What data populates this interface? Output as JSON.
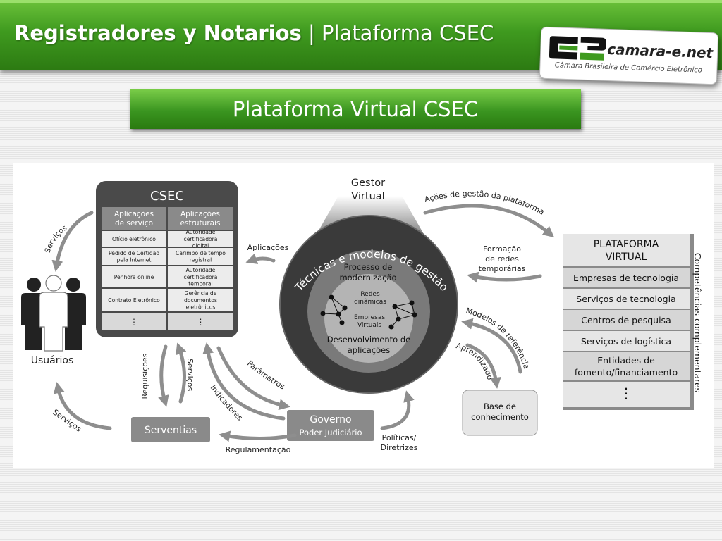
{
  "header": {
    "title_bold": "Registradores y Notarios",
    "title_sep": " | ",
    "title_rest": "Plataforma CSEC",
    "color": "#3f9a1f"
  },
  "logo": {
    "brand": "camara-e.net",
    "tagline": "Câmara Brasileira de Comércio Eletrônico"
  },
  "banner": {
    "text": "Plataforma Virtual CSEC"
  },
  "diagram": {
    "csec": {
      "title": "CSEC",
      "col1_header": "Aplicações de serviço",
      "col2_header": "Aplicações estruturais",
      "rows": [
        [
          "Ofício eletrônico",
          "Autoridade certificadora digital"
        ],
        [
          "Pedido de Certidão pela Internet",
          "Carimbo de tempo registral"
        ],
        [
          "Penhora online",
          "Autoridade certificadora temporal"
        ],
        [
          "Contrato Eletrônico",
          "Gerência de documentos eletrônicos"
        ],
        [
          "⋮",
          "⋮"
        ]
      ]
    },
    "usuarios": "Usuários",
    "gestor": "Gestor Virtual",
    "arc_text": "Técnicas e modelos de gestão",
    "processo": "Processo de modernização",
    "redes": "Redes dinâmicas",
    "empresas": "Empresas Virtuais",
    "desenvolvimento": "Desenvolvimento de aplicações",
    "serventias": "Serventias",
    "governo": "Governo",
    "poder": "Poder Judiciário",
    "base": "Base de conhecimento",
    "plataforma": {
      "title": "PLATAFORMA VIRTUAL",
      "items": [
        "Empresas de tecnologia",
        "Serviços de tecnologia",
        "Centros de pesquisa",
        "Serviços de logística",
        "Entidades de fomento/financiamento",
        "⋮"
      ],
      "side": "Competências complementares"
    },
    "labels": {
      "servicos": "Serviços",
      "aplicacoes": "Aplicações",
      "acoes": "Ações de gestão da plataforma",
      "formacao": "Formação de redes temporárias",
      "modelos": "Modelos de referência",
      "aprendizado": "Aprendizado",
      "requisicoes": "Requisições",
      "parametros": "Parâmetros",
      "indicadores": "Indicadores",
      "regulamentacao": "Regulamentação",
      "politicas": "Políticas/ Diretrizes"
    }
  }
}
